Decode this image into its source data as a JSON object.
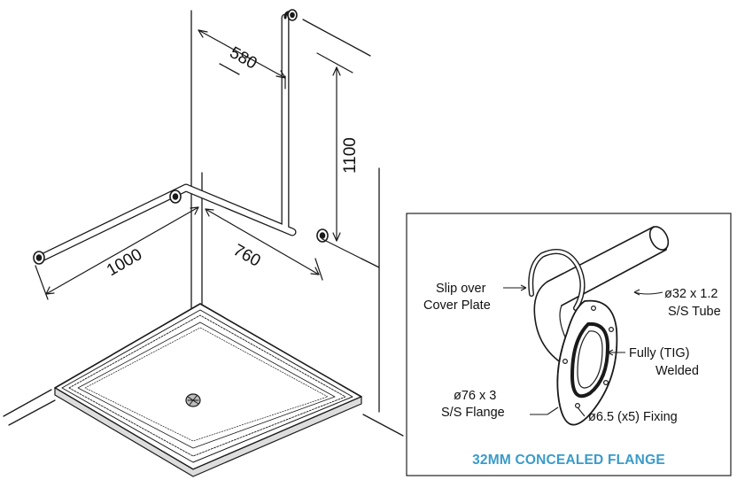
{
  "main_drawing": {
    "dimensions": {
      "side_wall_length": "580",
      "vertical_height": "1100",
      "left_rail_length": "1000",
      "right_rail_length": "760"
    }
  },
  "detail": {
    "caption": "32MM CONCEALED FLANGE",
    "caption_color": "#3a9bc9",
    "labels": {
      "cover_plate": [
        "Slip over",
        "Cover Plate"
      ],
      "tube": [
        "ø32 x 1.2",
        "S/S Tube"
      ],
      "weld": [
        "Fully (TIG)",
        "Welded"
      ],
      "flange": [
        "ø76 x 3",
        "S/S Flange"
      ],
      "fixing": "ø6.5 (x5) Fixing"
    }
  }
}
